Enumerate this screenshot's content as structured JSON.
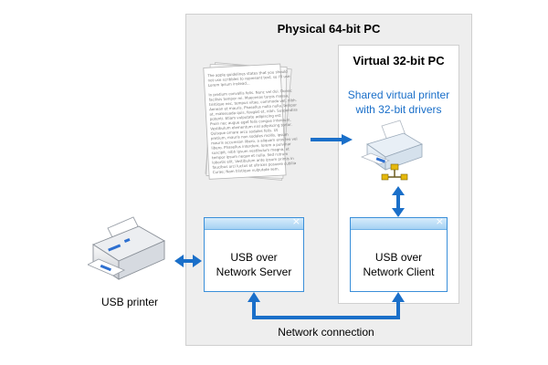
{
  "physical_pc": {
    "title": "Physical 64-bit PC"
  },
  "virtual_pc": {
    "title": "Virtual 32-bit PC",
    "shared_printer_line1": "Shared virtual printer",
    "shared_printer_line2": "with 32-bit drivers"
  },
  "server_window": {
    "line1": "USB over",
    "line2": "Network Server",
    "close_glyph": "×"
  },
  "client_window": {
    "line1": "USB over",
    "line2": "Network Client",
    "close_glyph": "×"
  },
  "usb_printer": {
    "label": "USB printer"
  },
  "network_connection": {
    "label": "Network connection"
  },
  "document": {
    "lines": [
      "The apple guidelines states that you should",
      "not use scribbles to represent text, so I'll use",
      "Lorem Ipsum instead...",
      "",
      "In pretium convallis felis. Nunc vel dui. Donec",
      "facilisis tempor mi. Maecenas turpis massa,",
      "tristique nec, tempus vitae, commodo vel, nibh.",
      "Aenean et mauris. Phasellus nulla nulla, tempor",
      "at, malesuada quis, feugiat et, nibh. Suspendisse",
      "potenti. Etiam vulputate adipiscing est.",
      "Proin nec augue eget felis congue interdum.",
      "Vestibulum elementum nisl adipiscing tortor.",
      "Quisque ornare arcu sodales felis. Ut",
      "pretium, mauris non sodales mollis, ipsum",
      "mauris accumsan libero, a aliquam eros leo vel",
      "libero. Phasellus interdum, lorem a pulvinar",
      "suscipit, nibh ipsum vestibulum magna, et",
      "tempor ipsum neque et nulla. Sed rutrum",
      "lobortis elit. Vestibulum ante ipsum primis in",
      "faucibus orci luctus et ultrices posuere cubilia",
      "Curae; Nam tristique vulputate sem."
    ]
  },
  "colors": {
    "arrow": "#1a6fc9",
    "accent_text": "#1a6fc9",
    "window_border": "#3a8fd9"
  }
}
